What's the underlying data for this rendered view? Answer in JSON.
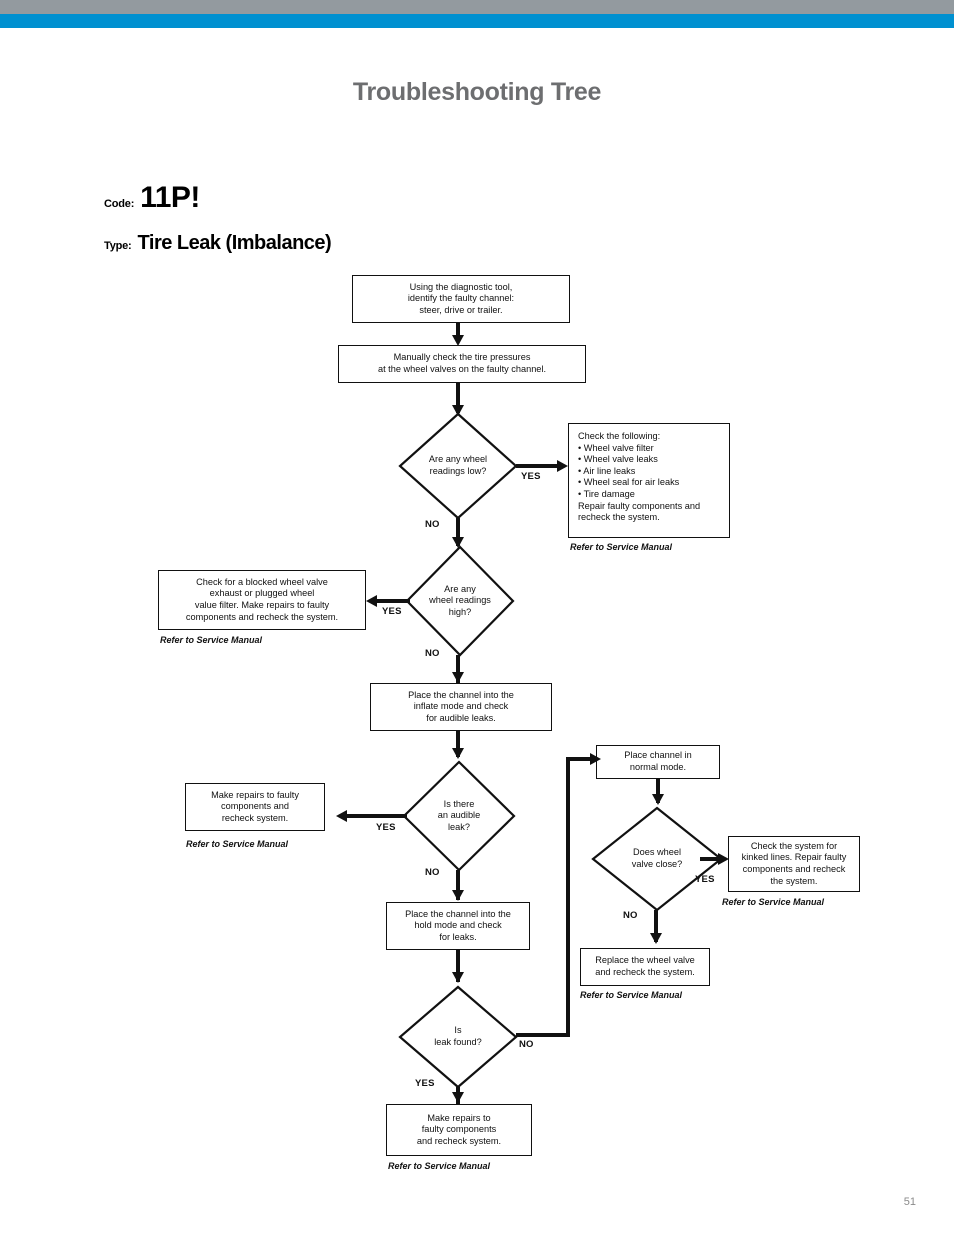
{
  "header": {
    "title": "Troubleshooting Tree",
    "bar_gray_color": "#939a9f",
    "bar_blue_color": "#0090d0"
  },
  "meta": {
    "code_label": "Code:",
    "code_value": "11P!",
    "type_label": "Type:",
    "type_value": "Tire Leak (Imbalance)"
  },
  "footer": {
    "page_number": "51"
  },
  "flow": {
    "ref_note": "Refer to Service Manual",
    "yes_label": "YES",
    "no_label": "NO",
    "nodes": {
      "identify_channel": {
        "l1": "Using the diagnostic tool,",
        "l2": "identify the faulty channel:",
        "l3": "steer, drive or trailer."
      },
      "check_pressures": {
        "l1": "Manually check the tire pressures",
        "l2": "at the wheel valves on the faulty channel."
      },
      "d_readings_low": {
        "l1": "Are any wheel",
        "l2": "readings low?"
      },
      "check_following": {
        "l1": "Check the following:",
        "l2": "• Wheel valve filter",
        "l3": "• Wheel valve leaks",
        "l4": "• Air line leaks",
        "l5": "• Wheel seal for air leaks",
        "l6": "• Tire damage",
        "l7": "Repair faulty components and",
        "l8": "recheck the system."
      },
      "d_readings_high": {
        "l1": "Are any",
        "l2": "wheel readings",
        "l3": "high?"
      },
      "blocked_exhaust": {
        "l1": "Check for a blocked wheel valve",
        "l2": "exhaust or plugged wheel",
        "l3": "value filter.  Make repairs to faulty",
        "l4": "components and recheck the system."
      },
      "inflate_mode": {
        "l1": "Place the channel into the",
        "l2": "inflate mode and check",
        "l3": "for audible leaks."
      },
      "d_audible_leak": {
        "l1": "Is there",
        "l2": "an audible",
        "l3": "leak?"
      },
      "repairs_recheck_1": {
        "l1": "Make repairs to faulty",
        "l2": "components and",
        "l3": "recheck system."
      },
      "normal_mode": {
        "l1": "Place channel in",
        "l2": "normal mode."
      },
      "d_valve_close": {
        "l1": "Does wheel",
        "l2": "valve close?"
      },
      "kinked_lines": {
        "l1": "Check the system for",
        "l2": "kinked lines.  Repair faulty",
        "l3": "components and recheck",
        "l4": "the system."
      },
      "replace_valve": {
        "l1": "Replace the wheel valve",
        "l2": "and recheck the system."
      },
      "hold_mode": {
        "l1": "Place the channel into the",
        "l2": "hold mode and check",
        "l3": "for leaks."
      },
      "d_leak_found": {
        "l1": "Is",
        "l2": "leak found?"
      },
      "repairs_recheck_2": {
        "l1": "Make repairs to",
        "l2": "faulty components",
        "l3": "and recheck system."
      }
    }
  }
}
